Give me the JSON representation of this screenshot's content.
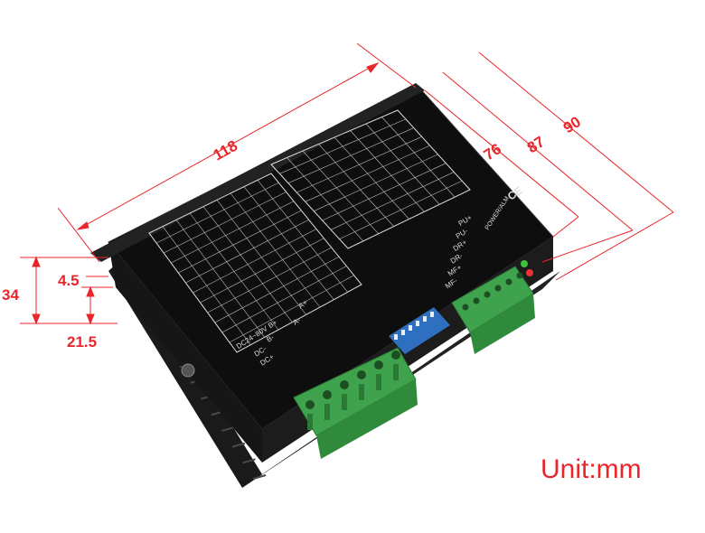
{
  "dimensions": {
    "length": "118",
    "width_outer": "90",
    "width_mid": "87",
    "width_inner": "76",
    "height_total": "34",
    "height_base": "21.5",
    "flange_thickness": "4.5"
  },
  "unit_label": "Unit:mm",
  "device": {
    "power_terminal_labels": [
      "DC+",
      "DC-",
      "DC24~80V",
      "B+",
      "B-",
      "A+",
      "A-"
    ],
    "signal_terminal_labels": [
      "PU+",
      "PU-",
      "DR+",
      "DR-",
      "MF+",
      "MF-"
    ],
    "power_led_label": "POWER/ALM",
    "mark": "CE"
  },
  "colors": {
    "dimension_line": "#e8262b",
    "body": "#121212",
    "terminal": "#3fa34d",
    "dip_switch": "#2f6fc0"
  }
}
